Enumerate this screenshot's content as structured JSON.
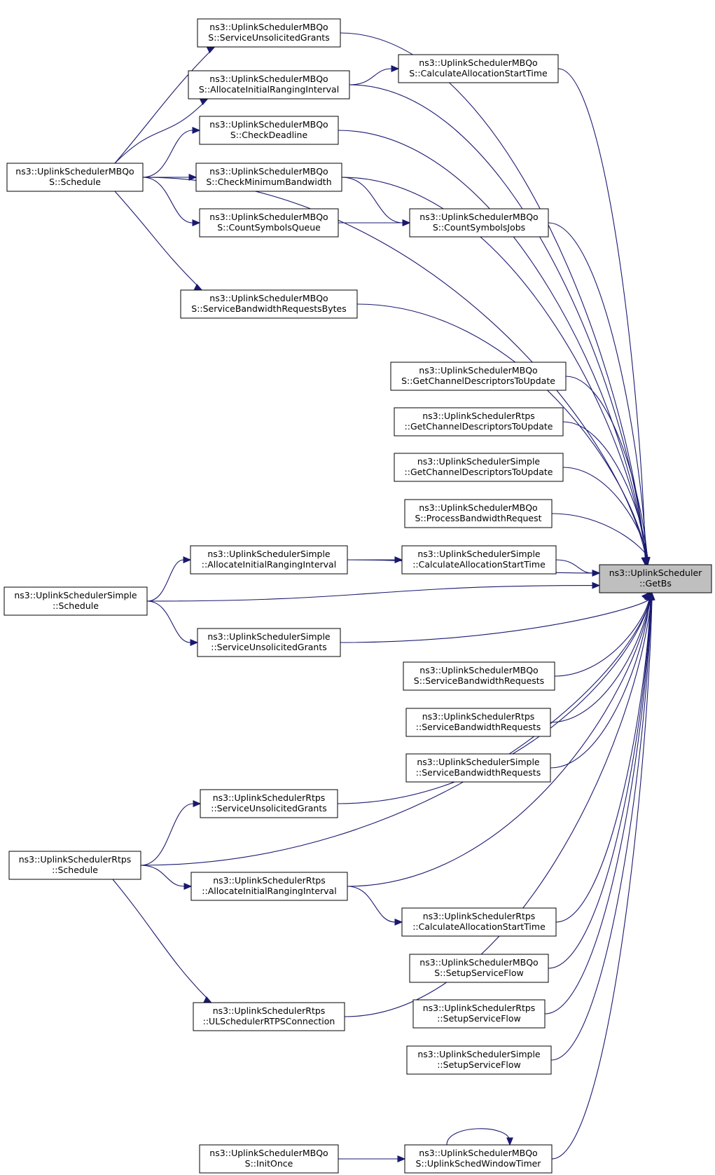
{
  "graph": {
    "edge_color": "#191970",
    "root": "get-bs",
    "nodes": [
      {
        "id": "get-bs",
        "lines": [
          "ns3::UplinkScheduler",
          "::GetBs"
        ]
      },
      {
        "id": "mbqos-service-unsolicited-grants",
        "lines": [
          "ns3::UplinkSchedulerMBQo",
          "S::ServiceUnsolicitedGrants"
        ]
      },
      {
        "id": "mbqos-calculate-allocation-start-time",
        "lines": [
          "ns3::UplinkSchedulerMBQo",
          "S::CalculateAllocationStartTime"
        ]
      },
      {
        "id": "mbqos-allocate-initial-ranging-interval",
        "lines": [
          "ns3::UplinkSchedulerMBQo",
          "S::AllocateInitialRangingInterval"
        ]
      },
      {
        "id": "mbqos-check-deadline",
        "lines": [
          "ns3::UplinkSchedulerMBQo",
          "S::CheckDeadline"
        ]
      },
      {
        "id": "mbqos-schedule",
        "lines": [
          "ns3::UplinkSchedulerMBQo",
          "S::Schedule"
        ]
      },
      {
        "id": "mbqos-check-minimum-bandwidth",
        "lines": [
          "ns3::UplinkSchedulerMBQo",
          "S::CheckMinimumBandwidth"
        ]
      },
      {
        "id": "mbqos-count-symbols-queue",
        "lines": [
          "ns3::UplinkSchedulerMBQo",
          "S::CountSymbolsQueue"
        ]
      },
      {
        "id": "mbqos-count-symbols-jobs",
        "lines": [
          "ns3::UplinkSchedulerMBQo",
          "S::CountSymbolsJobs"
        ]
      },
      {
        "id": "mbqos-service-bandwidth-requests-bytes",
        "lines": [
          "ns3::UplinkSchedulerMBQo",
          "S::ServiceBandwidthRequestsBytes"
        ]
      },
      {
        "id": "mbqos-get-channel-descriptors-to-update",
        "lines": [
          "ns3::UplinkSchedulerMBQo",
          "S::GetChannelDescriptorsToUpdate"
        ]
      },
      {
        "id": "rtps-get-channel-descriptors-to-update",
        "lines": [
          "ns3::UplinkSchedulerRtps",
          "::GetChannelDescriptorsToUpdate"
        ]
      },
      {
        "id": "simple-get-channel-descriptors-to-update",
        "lines": [
          "ns3::UplinkSchedulerSimple",
          "::GetChannelDescriptorsToUpdate"
        ]
      },
      {
        "id": "mbqos-process-bandwidth-request",
        "lines": [
          "ns3::UplinkSchedulerMBQo",
          "S::ProcessBandwidthRequest"
        ]
      },
      {
        "id": "simple-allocate-initial-ranging-interval",
        "lines": [
          "ns3::UplinkSchedulerSimple",
          "::AllocateInitialRangingInterval"
        ]
      },
      {
        "id": "simple-calculate-allocation-start-time",
        "lines": [
          "ns3::UplinkSchedulerSimple",
          "::CalculateAllocationStartTime"
        ]
      },
      {
        "id": "simple-schedule",
        "lines": [
          "ns3::UplinkSchedulerSimple",
          "::Schedule"
        ]
      },
      {
        "id": "simple-service-unsolicited-grants",
        "lines": [
          "ns3::UplinkSchedulerSimple",
          "::ServiceUnsolicitedGrants"
        ]
      },
      {
        "id": "mbqos-service-bandwidth-requests",
        "lines": [
          "ns3::UplinkSchedulerMBQo",
          "S::ServiceBandwidthRequests"
        ]
      },
      {
        "id": "rtps-service-bandwidth-requests",
        "lines": [
          "ns3::UplinkSchedulerRtps",
          "::ServiceBandwidthRequests"
        ]
      },
      {
        "id": "simple-service-bandwidth-requests",
        "lines": [
          "ns3::UplinkSchedulerSimple",
          "::ServiceBandwidthRequests"
        ]
      },
      {
        "id": "rtps-service-unsolicited-grants",
        "lines": [
          "ns3::UplinkSchedulerRtps",
          "::ServiceUnsolicitedGrants"
        ]
      },
      {
        "id": "rtps-schedule",
        "lines": [
          "ns3::UplinkSchedulerRtps",
          "::Schedule"
        ]
      },
      {
        "id": "rtps-allocate-initial-ranging-interval",
        "lines": [
          "ns3::UplinkSchedulerRtps",
          "::AllocateInitialRangingInterval"
        ]
      },
      {
        "id": "rtps-calculate-allocation-start-time",
        "lines": [
          "ns3::UplinkSchedulerRtps",
          "::CalculateAllocationStartTime"
        ]
      },
      {
        "id": "mbqos-setup-service-flow",
        "lines": [
          "ns3::UplinkSchedulerMBQo",
          "S::SetupServiceFlow"
        ]
      },
      {
        "id": "rtps-setup-service-flow",
        "lines": [
          "ns3::UplinkSchedulerRtps",
          "::SetupServiceFlow"
        ]
      },
      {
        "id": "rtps-ul-scheduler-rtps-connection",
        "lines": [
          "ns3::UplinkSchedulerRtps",
          "::ULSchedulerRTPSConnection"
        ]
      },
      {
        "id": "simple-setup-service-flow",
        "lines": [
          "ns3::UplinkSchedulerSimple",
          "::SetupServiceFlow"
        ]
      },
      {
        "id": "mbqos-init-once",
        "lines": [
          "ns3::UplinkSchedulerMBQo",
          "S::InitOnce"
        ]
      },
      {
        "id": "mbqos-uplink-sched-window-timer",
        "lines": [
          "ns3::UplinkSchedulerMBQo",
          "S::UplinkSchedWindowTimer"
        ]
      }
    ],
    "edges": [
      {
        "from": "mbqos-service-unsolicited-grants",
        "to": "get-bs"
      },
      {
        "from": "mbqos-calculate-allocation-start-time",
        "to": "get-bs"
      },
      {
        "from": "mbqos-allocate-initial-ranging-interval",
        "to": "get-bs"
      },
      {
        "from": "mbqos-check-deadline",
        "to": "get-bs"
      },
      {
        "from": "mbqos-check-minimum-bandwidth",
        "to": "get-bs"
      },
      {
        "from": "mbqos-count-symbols-jobs",
        "to": "get-bs"
      },
      {
        "from": "mbqos-schedule",
        "to": "get-bs"
      },
      {
        "from": "mbqos-service-bandwidth-requests-bytes",
        "to": "get-bs"
      },
      {
        "from": "simple-allocate-initial-ranging-interval",
        "to": "get-bs"
      },
      {
        "from": "mbqos-get-channel-descriptors-to-update",
        "to": "get-bs"
      },
      {
        "from": "rtps-get-channel-descriptors-to-update",
        "to": "get-bs"
      },
      {
        "from": "simple-get-channel-descriptors-to-update",
        "to": "get-bs"
      },
      {
        "from": "mbqos-process-bandwidth-request",
        "to": "get-bs"
      },
      {
        "from": "simple-calculate-allocation-start-time",
        "to": "get-bs"
      },
      {
        "from": "simple-schedule",
        "to": "get-bs"
      },
      {
        "from": "simple-service-unsolicited-grants",
        "to": "get-bs"
      },
      {
        "from": "mbqos-service-bandwidth-requests",
        "to": "get-bs"
      },
      {
        "from": "rtps-service-bandwidth-requests",
        "to": "get-bs"
      },
      {
        "from": "simple-service-bandwidth-requests",
        "to": "get-bs"
      },
      {
        "from": "rtps-service-unsolicited-grants",
        "to": "get-bs"
      },
      {
        "from": "rtps-schedule",
        "to": "get-bs"
      },
      {
        "from": "rtps-allocate-initial-ranging-interval",
        "to": "get-bs"
      },
      {
        "from": "rtps-calculate-allocation-start-time",
        "to": "get-bs"
      },
      {
        "from": "mbqos-setup-service-flow",
        "to": "get-bs"
      },
      {
        "from": "rtps-setup-service-flow",
        "to": "get-bs"
      },
      {
        "from": "simple-setup-service-flow",
        "to": "get-bs"
      },
      {
        "from": "rtps-ul-scheduler-rtps-connection",
        "to": "get-bs"
      },
      {
        "from": "mbqos-uplink-sched-window-timer",
        "to": "get-bs"
      },
      {
        "from": "mbqos-schedule",
        "to": "mbqos-service-unsolicited-grants"
      },
      {
        "from": "mbqos-schedule",
        "to": "mbqos-allocate-initial-ranging-interval"
      },
      {
        "from": "mbqos-schedule",
        "to": "mbqos-check-deadline"
      },
      {
        "from": "mbqos-schedule",
        "to": "mbqos-check-minimum-bandwidth"
      },
      {
        "from": "mbqos-schedule",
        "to": "mbqos-count-symbols-queue"
      },
      {
        "from": "mbqos-schedule",
        "to": "mbqos-service-bandwidth-requests-bytes"
      },
      {
        "from": "mbqos-allocate-initial-ranging-interval",
        "to": "mbqos-calculate-allocation-start-time"
      },
      {
        "from": "mbqos-check-minimum-bandwidth",
        "to": "mbqos-count-symbols-jobs"
      },
      {
        "from": "mbqos-count-symbols-queue",
        "to": "mbqos-count-symbols-jobs"
      },
      {
        "from": "simple-schedule",
        "to": "simple-allocate-initial-ranging-interval"
      },
      {
        "from": "simple-schedule",
        "to": "simple-service-unsolicited-grants"
      },
      {
        "from": "simple-allocate-initial-ranging-interval",
        "to": "simple-calculate-allocation-start-time"
      },
      {
        "from": "rtps-schedule",
        "to": "rtps-service-unsolicited-grants"
      },
      {
        "from": "rtps-schedule",
        "to": "rtps-allocate-initial-ranging-interval"
      },
      {
        "from": "rtps-schedule",
        "to": "rtps-ul-scheduler-rtps-connection"
      },
      {
        "from": "rtps-allocate-initial-ranging-interval",
        "to": "rtps-calculate-allocation-start-time"
      },
      {
        "from": "mbqos-init-once",
        "to": "mbqos-uplink-sched-window-timer"
      },
      {
        "from": "mbqos-uplink-sched-window-timer",
        "to": "mbqos-uplink-sched-window-timer"
      }
    ]
  }
}
